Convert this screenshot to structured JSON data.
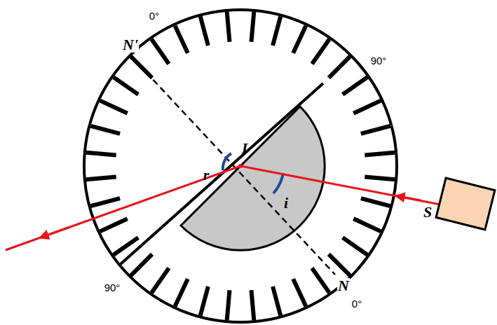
{
  "diagram": {
    "labels": [
      "0°",
      "90°",
      "90°",
      "0°",
      "N'",
      "N",
      "I",
      "r",
      "i",
      "S"
    ]
  }
}
